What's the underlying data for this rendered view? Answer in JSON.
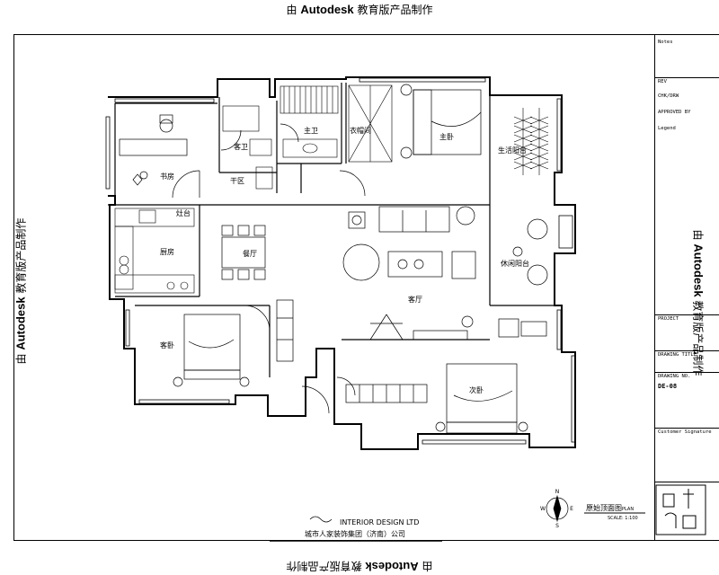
{
  "watermark": {
    "prefix": "由",
    "brand": "Autodesk",
    "suffix": "教育版产品制作"
  },
  "rooms": {
    "study": "书房",
    "master_bath": "主卫",
    "wardrobe": "衣帽间",
    "master_bedroom": "主卧",
    "service_balcony": "生活阳台",
    "public_bath": "客卫",
    "dry_area": "干区",
    "kitchen": "厨房",
    "dining": "餐厅",
    "leisure_balcony": "休闲阳台",
    "living": "客厅",
    "guest_bedroom": "客卧",
    "second_bedroom": "次卧",
    "stove": "灶台"
  },
  "company": {
    "name_en": "INTERIOR DESIGN LTD",
    "name_cn": "城市人家装饰集团（济南）公司"
  },
  "drawing": {
    "title_cn": "原始顶面图",
    "title_en": "PLAN",
    "scale": "SCALE: 1:100"
  },
  "compass": {
    "n": "N",
    "s": "S",
    "e": "E",
    "w": "W"
  },
  "titleblock": {
    "notes": "Notes",
    "rev": "REV",
    "checked": "CHK/DRW",
    "approved": "APPROVED BY",
    "legend": "Legend",
    "project": "PROJECT",
    "drawing_title": "DRAWING TITLE",
    "drawing_no_label": "DRAWING NO.",
    "drawing_no": "DE-08",
    "customer_signature": "Customer Signature"
  }
}
